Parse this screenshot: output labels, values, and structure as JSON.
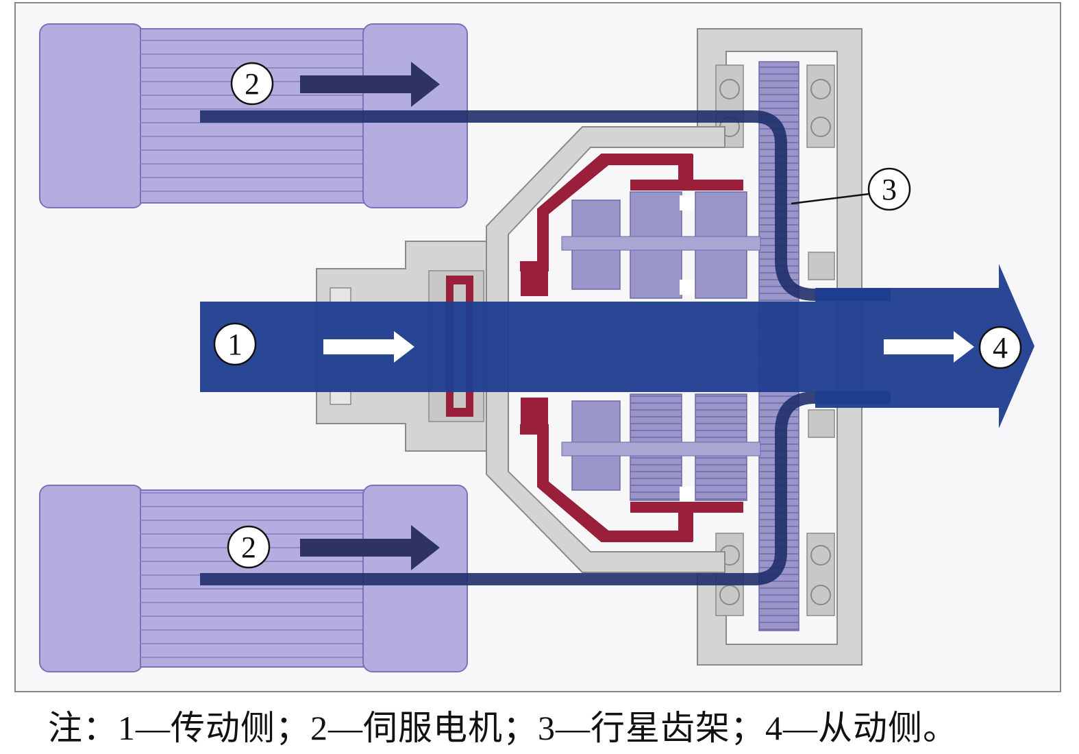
{
  "labels": {
    "input_side": "1",
    "servo_motor": "2",
    "planet_carrier": "3",
    "output_side": "4"
  },
  "caption": "注：1—传动侧；2—伺服电机；3—行星齿架；4—从动侧。",
  "colors": {
    "motor_fill": "#b3ade0",
    "motor_stroke": "#7a73b8",
    "housing_fill": "#d4d4d4",
    "housing_stroke": "#8a8a8a",
    "carrier_red": "#9a1f3a",
    "gear_fill": "#9a96c9",
    "main_flow": "#1f3d8f",
    "servo_flow": "#2e3264",
    "frame": "#888888"
  }
}
